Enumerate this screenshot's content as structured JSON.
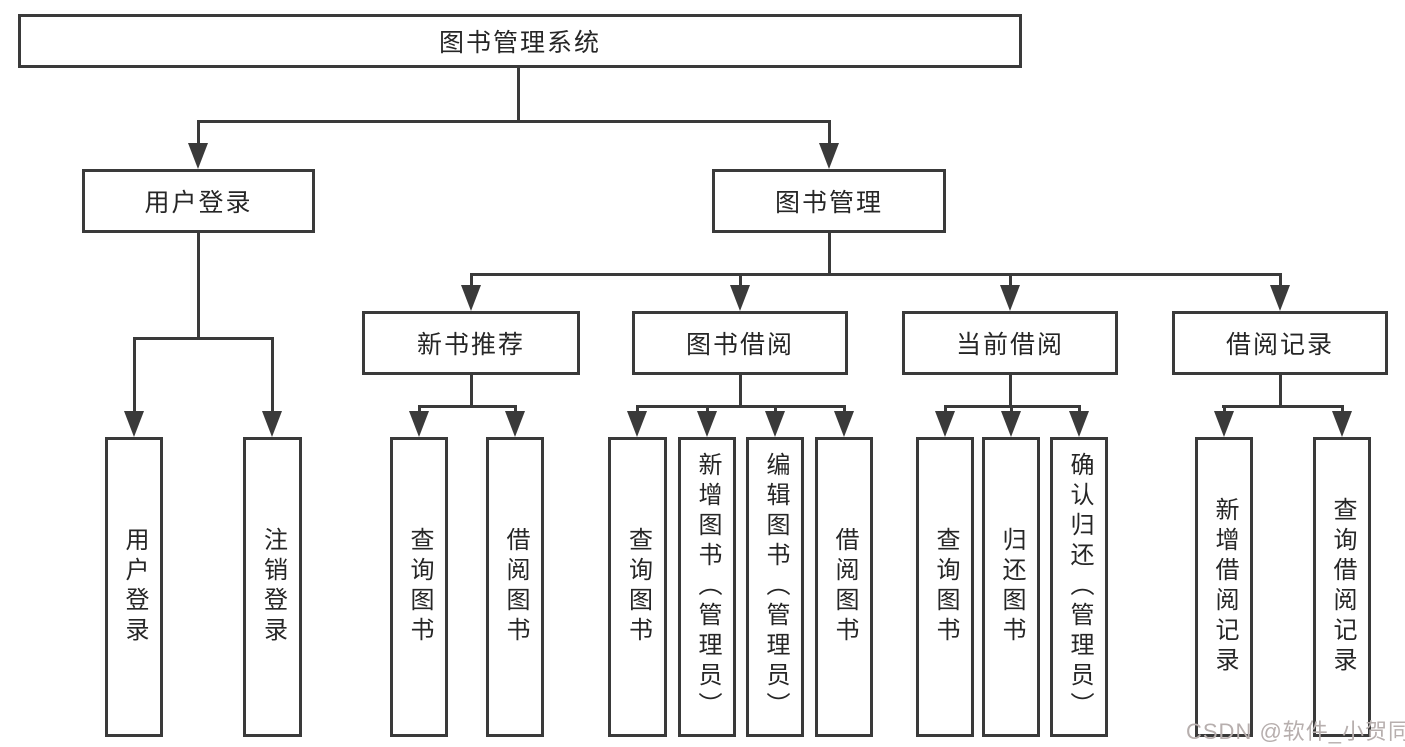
{
  "diagram": {
    "root": "图书管理系统",
    "branches": [
      {
        "label": "用户登录",
        "children": [
          "用户登录",
          "注销登录"
        ]
      },
      {
        "label": "图书管理",
        "groups": [
          {
            "label": "新书推荐",
            "children": [
              "查询图书",
              "借阅图书"
            ]
          },
          {
            "label": "图书借阅",
            "children": [
              "查询图书",
              "新增图书（管理员）",
              "编辑图书（管理员）",
              "借阅图书"
            ]
          },
          {
            "label": "当前借阅",
            "children": [
              "查询图书",
              "归还图书",
              "确认归还（管理员）"
            ]
          },
          {
            "label": "借阅记录",
            "children": [
              "新增借阅记录",
              "查询借阅记录"
            ]
          }
        ]
      }
    ]
  },
  "watermark": "CSDN @软件_小贺同学",
  "colors": {
    "line": "#3a3a3a",
    "text": "#262626",
    "watermark": "#b7afae",
    "background": "#ffffff"
  }
}
